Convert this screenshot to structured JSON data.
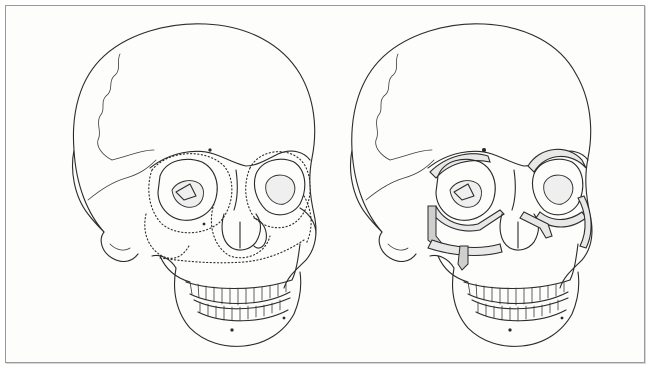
{
  "figure": {
    "panels": [
      {
        "id": "left",
        "description_name": "skull-fracture-lines"
      },
      {
        "id": "right",
        "description_name": "skull-plate-fixation"
      }
    ],
    "colors": {
      "ink": "#2a2a2a",
      "frame": "#9a9a9a",
      "background": "#fdfdfb"
    }
  }
}
